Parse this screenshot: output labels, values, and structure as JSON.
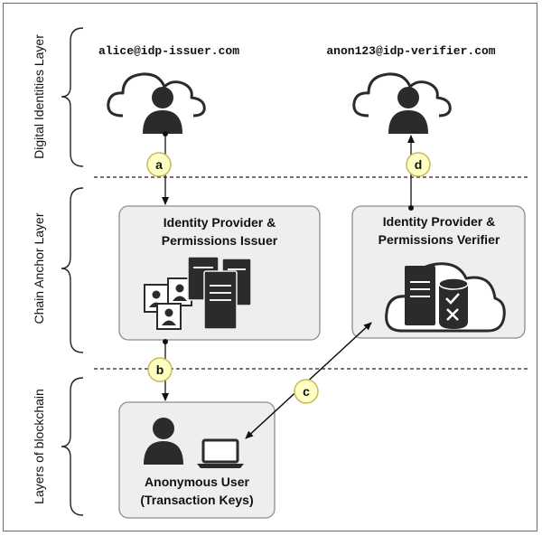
{
  "emails": {
    "issuer": "alice@idp-issuer.com",
    "verifier": "anon123@idp-verifier.com"
  },
  "layers": {
    "digital_identities": "Digital Identities Layer",
    "chain_anchor": "Chain Anchor Layer",
    "blockchain": "Layers of blockchain"
  },
  "boxes": {
    "issuer": {
      "line1": "Identity Provider &",
      "line2": "Permissions Issuer"
    },
    "verifier": {
      "line1": "Identity Provider &",
      "line2": "Permissions Verifier"
    },
    "user": {
      "line1": "Anonymous User",
      "line2": "(Transaction Keys)"
    }
  },
  "steps": {
    "a": "a",
    "b": "b",
    "c": "c",
    "d": "d"
  },
  "colors": {
    "box_fill": "#eeeeee",
    "box_stroke": "#8c8c8c",
    "step_fill": "#ffffc4",
    "step_stroke": "#c8b95a",
    "icon_dark": "#2b2b2b",
    "line": "#111111"
  }
}
